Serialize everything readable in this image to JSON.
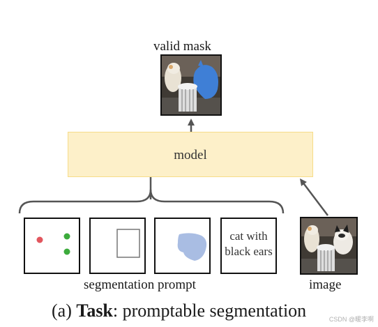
{
  "labels": {
    "valid_mask": "valid mask",
    "model": "model",
    "segmentation_prompt": "segmentation prompt",
    "image": "image",
    "text_prompt_line1": "cat with",
    "text_prompt_line2": "black ears"
  },
  "caption": {
    "prefix": "(a) ",
    "bold": "Task",
    "rest": ": promptable segmentation"
  },
  "watermark": "CSDN @暖李啊",
  "colors": {
    "model_fill": "#fdf0c9",
    "model_border": "#f6dc88",
    "mask_blue": "#3f7fd6",
    "point_red": "#e2565e",
    "point_green": "#3cab3c",
    "scribble_blue": "#a9bde3",
    "connector": "#555555"
  }
}
